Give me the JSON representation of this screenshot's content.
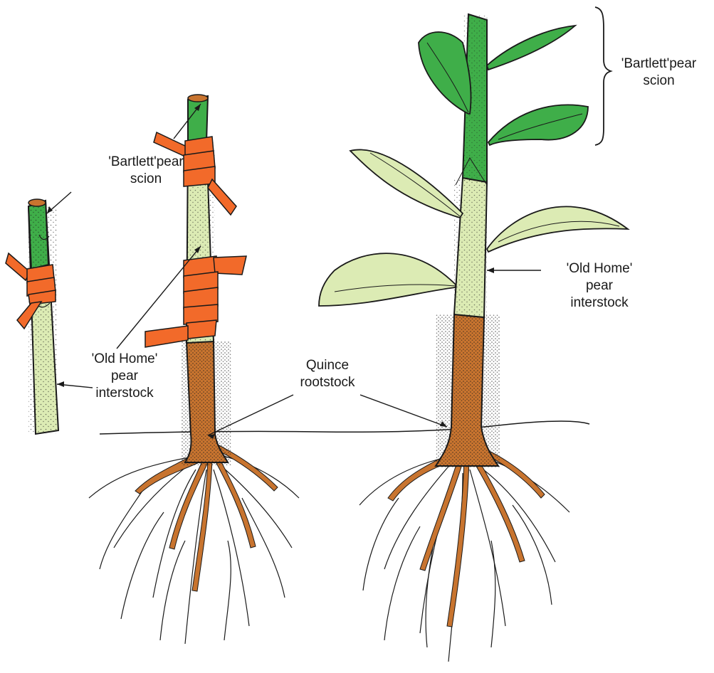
{
  "labels": {
    "small_scion": [
      "'Bartlett'pear",
      "scion"
    ],
    "small_interstock": [
      "'Old Home'",
      "pear",
      "interstock"
    ],
    "rootstock": [
      "Quince",
      "rootstock"
    ],
    "large_scion": [
      "'Bartlett'pear",
      "scion"
    ],
    "large_interstock": [
      "'Old Home'",
      "pear",
      "interstock"
    ]
  },
  "colors": {
    "scion_green": "#3fae49",
    "interstock_pale": "#dcebb4",
    "rootstock_brown": "#c8742f",
    "tape_orange": "#f26a2a",
    "outline": "#1a1a1a"
  }
}
